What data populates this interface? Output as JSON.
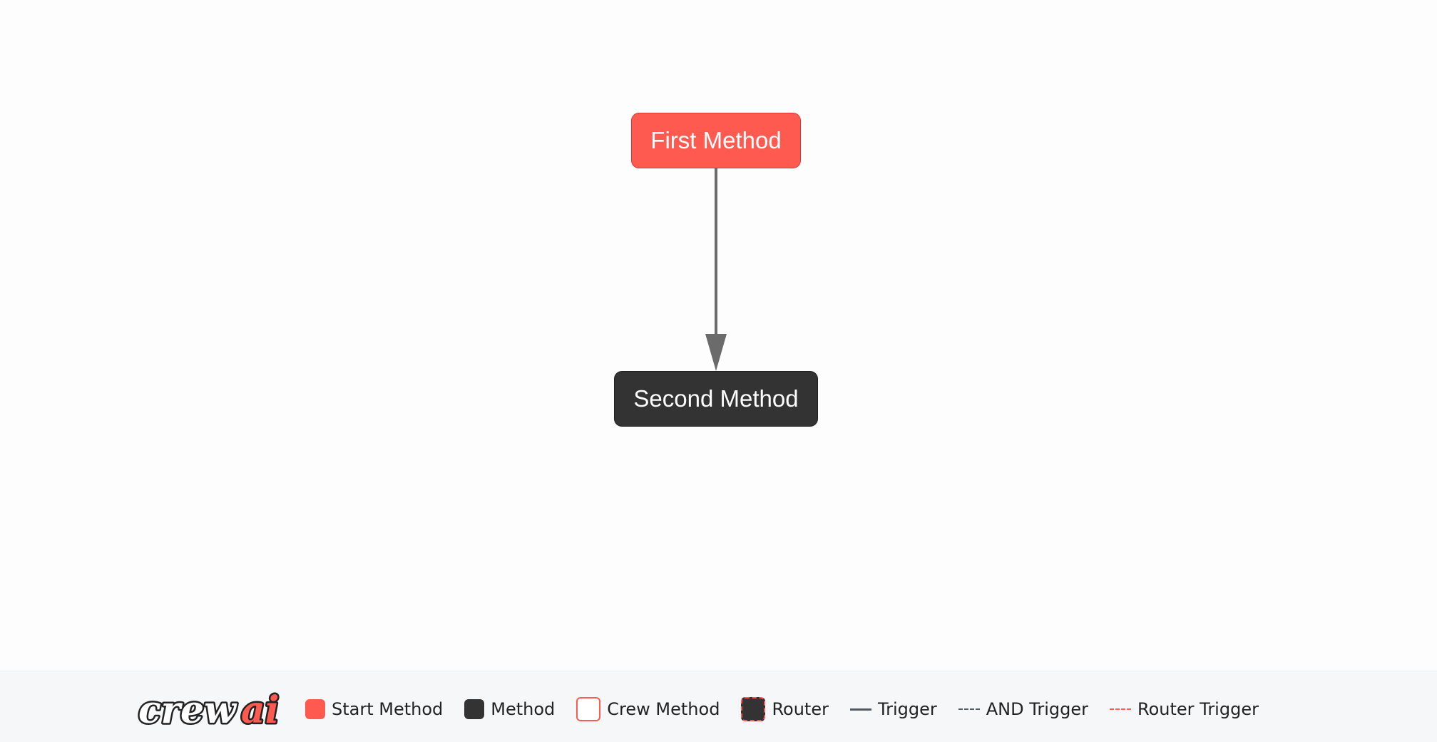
{
  "diagram": {
    "nodes": [
      {
        "id": "first_method",
        "label": "First Method",
        "kind": "start"
      },
      {
        "id": "second_method",
        "label": "Second Method",
        "kind": "method"
      }
    ],
    "edges": [
      {
        "from": "first_method",
        "to": "second_method",
        "kind": "trigger"
      }
    ]
  },
  "legend": {
    "logo_text": "crewai",
    "items": [
      {
        "label": "Start Method",
        "swatch": "start",
        "color": "#ff5a50"
      },
      {
        "label": "Method",
        "swatch": "method",
        "color": "#333333"
      },
      {
        "label": "Crew Method",
        "swatch": "crew",
        "color": "#ff5a50"
      },
      {
        "label": "Router",
        "swatch": "router",
        "color": "#333333"
      },
      {
        "label": "Trigger",
        "swatch": "trigger-line",
        "color": "#555b63"
      },
      {
        "label": "AND Trigger",
        "swatch": "and-line",
        "color": "#555b63"
      },
      {
        "label": "Router Trigger",
        "swatch": "router-line",
        "color": "#ff5a50"
      }
    ]
  },
  "colors": {
    "start_method": "#ff5a50",
    "method": "#333333",
    "edge": "#6b6b6b",
    "background": "#fdfdfd",
    "legend_background": "#f6f7f9"
  }
}
